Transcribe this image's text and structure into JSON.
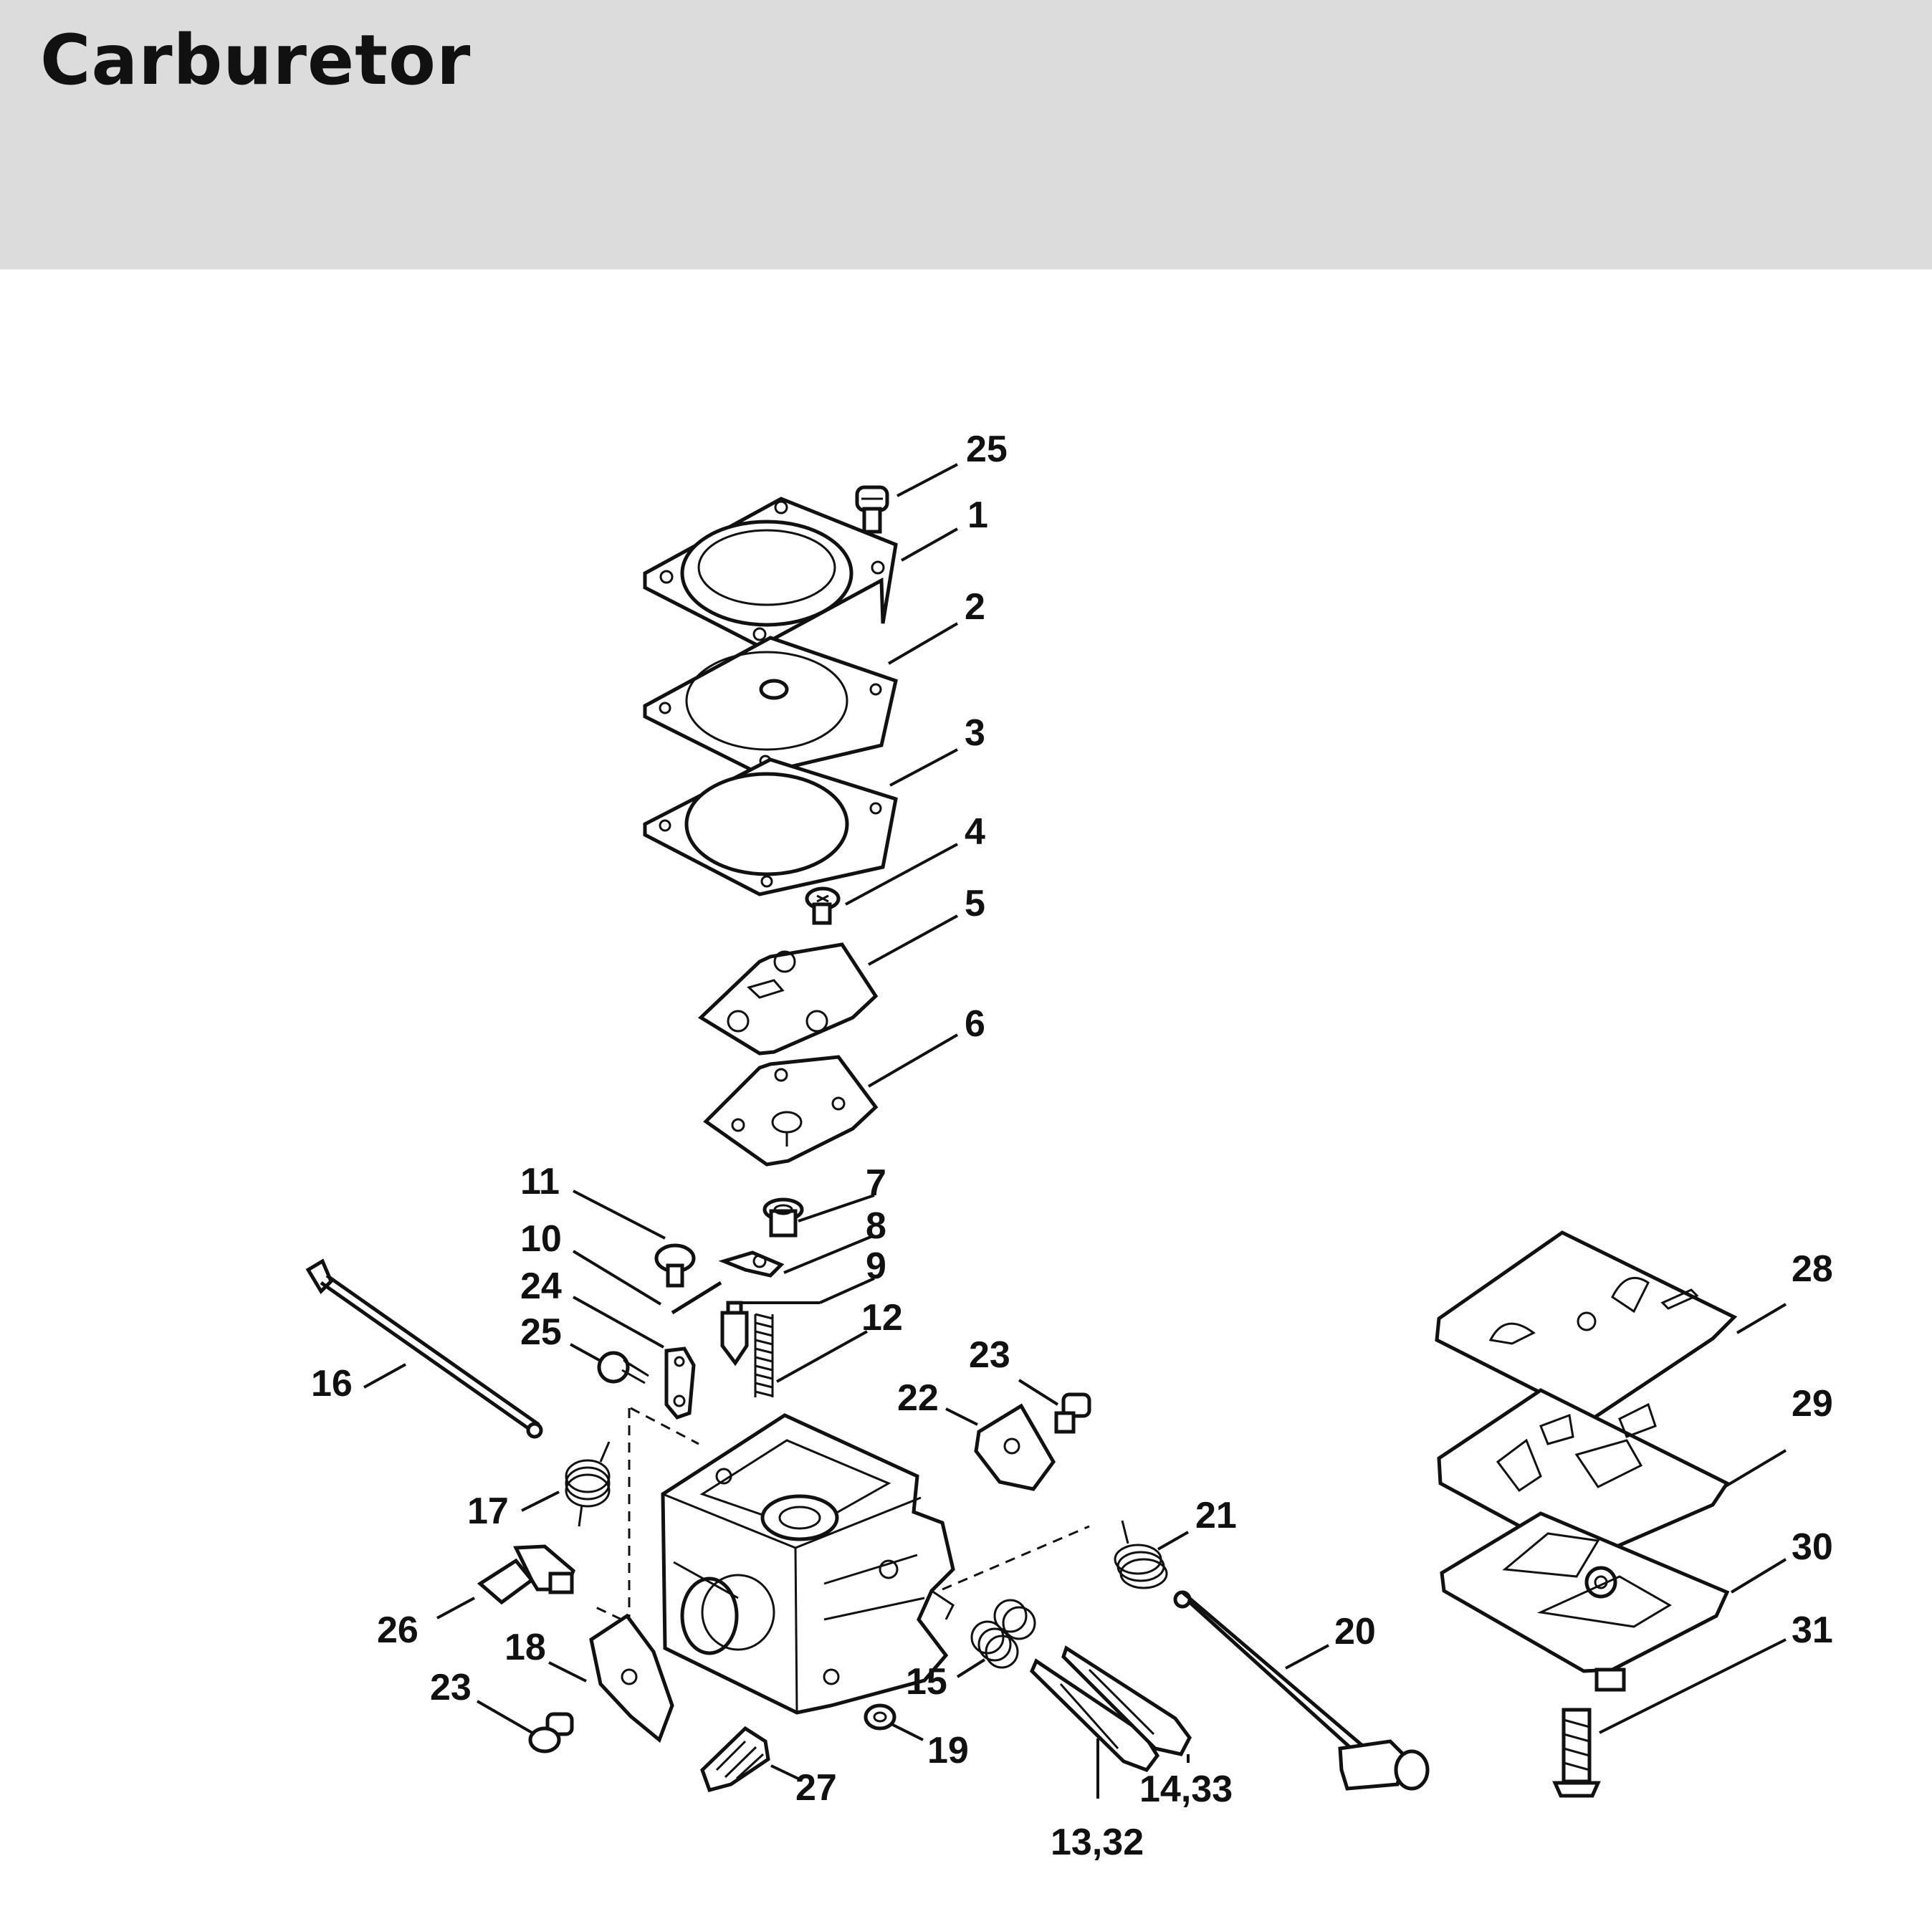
{
  "header": {
    "title": "Carburetor"
  },
  "callouts": [
    {
      "id": "c-25a",
      "text": "25"
    },
    {
      "id": "c-1",
      "text": "1"
    },
    {
      "id": "c-2",
      "text": "2"
    },
    {
      "id": "c-3",
      "text": "3"
    },
    {
      "id": "c-4",
      "text": "4"
    },
    {
      "id": "c-5",
      "text": "5"
    },
    {
      "id": "c-6",
      "text": "6"
    },
    {
      "id": "c-7",
      "text": "7"
    },
    {
      "id": "c-8",
      "text": "8"
    },
    {
      "id": "c-9",
      "text": "9"
    },
    {
      "id": "c-11",
      "text": "11"
    },
    {
      "id": "c-10",
      "text": "10"
    },
    {
      "id": "c-24",
      "text": "24"
    },
    {
      "id": "c-25b",
      "text": "25"
    },
    {
      "id": "c-12",
      "text": "12"
    },
    {
      "id": "c-16",
      "text": "16"
    },
    {
      "id": "c-23a",
      "text": "23"
    },
    {
      "id": "c-22",
      "text": "22"
    },
    {
      "id": "c-17",
      "text": "17"
    },
    {
      "id": "c-21",
      "text": "21"
    },
    {
      "id": "c-26",
      "text": "26"
    },
    {
      "id": "c-18",
      "text": "18"
    },
    {
      "id": "c-23b",
      "text": "23"
    },
    {
      "id": "c-15",
      "text": "15"
    },
    {
      "id": "c-20",
      "text": "20"
    },
    {
      "id": "c-19",
      "text": "19"
    },
    {
      "id": "c-27",
      "text": "27"
    },
    {
      "id": "c-14-33",
      "text": "14,33"
    },
    {
      "id": "c-13-32",
      "text": "13,32"
    },
    {
      "id": "c-28",
      "text": "28"
    },
    {
      "id": "c-29",
      "text": "29"
    },
    {
      "id": "c-30",
      "text": "30"
    },
    {
      "id": "c-31",
      "text": "31"
    }
  ]
}
